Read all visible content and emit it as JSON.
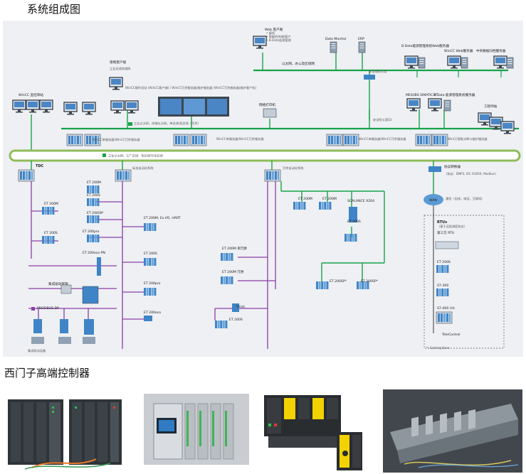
{
  "headings": {
    "system_title": "系统组成图",
    "controllers_title": "西门子高端控制器"
  },
  "colors": {
    "industrial_ethernet": "#17a34a",
    "profibus": "#8b3fa8",
    "backbone_fill": "#ffffff",
    "backbone_stroke": "#8fbc5a",
    "device_blue": "#3f84c7",
    "wireless_cloud": "#5b9bd5"
  },
  "top_network": {
    "web_client": "Web 客户端",
    "web_client_sub1": "• 瘦机",
    "web_client_sub2": "• 智能的终端/客户",
    "web_client_sub3": "• B.Data监视管理",
    "data_monitor": "Data Monitor",
    "erp": "ERP",
    "office_net": "以太网，办公及区域网",
    "firewall": "安全隔防火墙"
  },
  "mid_level": {
    "remote_client": "限制客户端",
    "remote_client_sub": "工业无线局域网",
    "winccflex": "WinCC 监控单站",
    "operator_station": "WinCC操作员站 (WinCC客户端) / WinCC冗余服务器/维护服务器 (WinCC冗余服务器/维护客户机)",
    "bdata_server": "B.Data能源管理系统Web服务器",
    "wincc_web_server": "WinCC Web服务器",
    "history_server": "中央数据归档服务器",
    "mes": "MES/IBS SIMATIC IT",
    "bdata_server2": "B.Data 能源管理系统服务器",
    "engineering_station": "工程师站",
    "plant_net": "工业以太网，终端以太网，单总线/双总线（冗余）",
    "printer": "网络打印机",
    "firewall2": "安全防火墙S3"
  },
  "server_row": {
    "server1": "WinCC单服务器/WinCC冗余服务器",
    "server2": "WinCC单服务器/WinCC冗余服务器",
    "server3": "WinCC单服务器/WinCC冗余服务器",
    "server4": "WinCC单服务器/WinCC冗余服务器",
    "server5": "WinCC智能诊断与维护服务器"
  },
  "backbone": {
    "label": "工业以太网，工厂总线，单总线/冗余总线"
  },
  "field": {
    "tdc": "TDC",
    "standard_automation": "标准自动化系统",
    "redundant_automation": "冗余自动化系统",
    "gateway": "协议转换器",
    "gateway_sub": "（协议：DNP3, IEC 61850, Modbus）",
    "wan": "WAN",
    "wan_sub": "通信（无线，电话，互联网）",
    "et200m_a": "ET 200M",
    "et200s_a": "ET 200S",
    "et200isp": "ET 200iSP",
    "et200pro": "ET 200pro",
    "et200eco_pn": "ET 200eco PN",
    "et200m_b": "ET 200M",
    "et200s_b": "ET 200S",
    "et200m_ex": "ET 200M, Ex I/O, HART",
    "et200s_c": "ET 200S",
    "et200pro_b": "ET 200pro",
    "et200eco": "ET 200eco",
    "scalance": "SCALANCE X204",
    "et200m_c": "ET 200M",
    "et200m_d": "ET 200M",
    "et200s_d": "ET 200S",
    "et200m_single": "ET 200M 单冗余",
    "et200m_red": "ET 200M 冗余",
    "ylink": "Y-link",
    "et200s_e": "ET 200S",
    "et200sp_a": "ET 200SP*",
    "et200sp_b": "ET 200SP*",
    "drive_mgmt": "集成驱动管理",
    "profibus": "PROFIBUS DP",
    "drives": "集成驱动设备",
    "rtus": "RTUs",
    "rtus_sub": "（基于远程调度协议）",
    "third_party_rtu": "第三方 RTU",
    "et200s_rtu": "ET 200S",
    "s7300": "S7-300",
    "s7400": "S7-400 (H)",
    "telecontrol": "TeleControl",
    "coming_soon": "*: Coming Soon"
  }
}
